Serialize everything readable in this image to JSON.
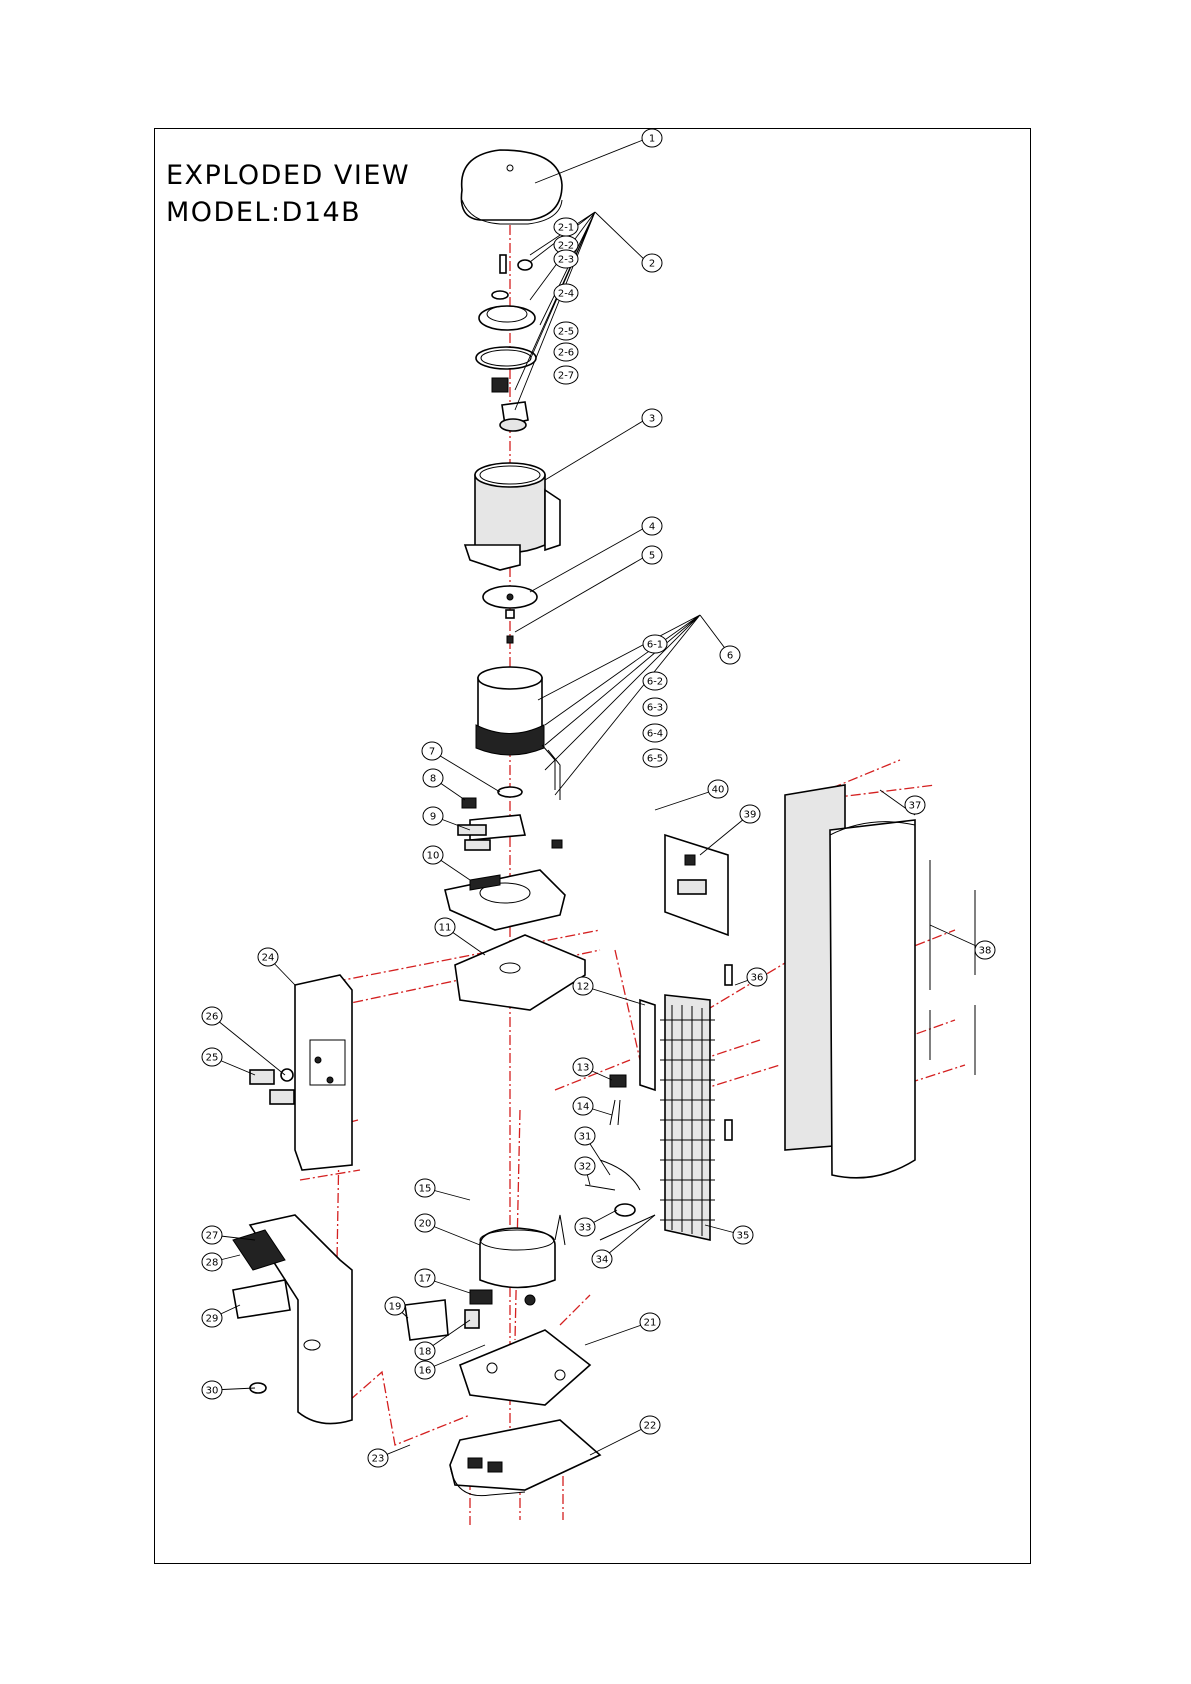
{
  "title": {
    "line1": "EXPLODED VIEW",
    "line2": "MODEL:D14B"
  },
  "callouts": [
    "1",
    "2-1",
    "2-2",
    "2-3",
    "2-4",
    "2-5",
    "2-6",
    "2-7",
    "2",
    "3",
    "4",
    "5",
    "6-1",
    "6-2",
    "6-3",
    "6-4",
    "6-5",
    "6",
    "7",
    "8",
    "9",
    "10",
    "11",
    "12",
    "13",
    "14",
    "15",
    "16",
    "17",
    "18",
    "19",
    "20",
    "21",
    "22",
    "23",
    "24",
    "25",
    "26",
    "27",
    "28",
    "29",
    "30",
    "31",
    "32",
    "33",
    "34",
    "35",
    "36",
    "37",
    "38",
    "39",
    "40"
  ]
}
